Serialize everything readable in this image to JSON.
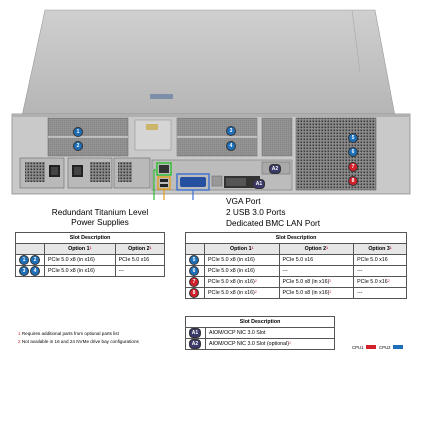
{
  "labels": {
    "vga": "VGA Port",
    "usb": "2 USB 3.0 Ports",
    "bmc": "Dedicated BMC LAN Port",
    "psu_line1": "Redundant Titanium Level",
    "psu_line2": "Power Supplies"
  },
  "table_left": {
    "title": "Slot Description",
    "col1": "Option 1",
    "col1_mark": "1",
    "col2": "Option 2",
    "col2_mark": "1",
    "rows": [
      {
        "badges": [
          "1",
          "2"
        ],
        "opt1": "PCIe 5.0 x8 (in x16)",
        "opt2": "PCIe 5.0 x16"
      },
      {
        "badges": [
          "3",
          "4"
        ],
        "opt1": "PCIe 5.0 x8 (in x16)",
        "opt2": "---"
      }
    ]
  },
  "table_right": {
    "title": "Slot Description",
    "col1": "Option 1",
    "col1_mark": "1",
    "col2": "Option 2",
    "col2_mark": "1",
    "col3": "Option 3",
    "col3_mark": "1",
    "rows": [
      {
        "badge": "5",
        "opt1": "PCIe 5.0 x8 (in x16)",
        "opt2": "PCIe 5.0 x16",
        "opt3": "PCIe 5.0 x16"
      },
      {
        "badge": "6",
        "opt1": "PCIe 5.0 x8 (in x16)",
        "opt2": "---",
        "opt3": "---"
      },
      {
        "badge": "7",
        "opt1": "PCIe 5.0 x8 (in x16)",
        "opt1_mark": "2",
        "opt2": "PCIe 5.0 x8 (in x16)",
        "opt2_mark": "2",
        "opt3": "PCIe 5.0 x16",
        "opt3_mark": "2"
      },
      {
        "badge": "8",
        "opt1": "PCIe 5.0 x8 (in x16)",
        "opt1_mark": "2",
        "opt2": "PCIe 5.0 x8 (in x16)",
        "opt2_mark": "2",
        "opt3": "---"
      }
    ]
  },
  "table_aiom": {
    "title": "Slot Description",
    "rows": [
      {
        "badge": "A1",
        "desc": "AIOM/OCP NIC 3.0 Slot",
        "mark": ""
      },
      {
        "badge": "A2",
        "desc": "AIOM/OCP NIC 3.0 Slot (optional)",
        "mark": "1"
      }
    ]
  },
  "footnotes": {
    "note1_mark": "1",
    "note1": "Requires additional parts from optional parts list",
    "note2_mark": "2",
    "note2": "Not available in 16 and 24 NVMe drive bay configurations"
  },
  "legend": {
    "cpu1": "CPU1",
    "cpu1_color": "#d0202a",
    "cpu2": "CPU2",
    "cpu2_color": "#1c6fb8"
  },
  "slot_badges": {
    "blue": [
      "1",
      "2",
      "3",
      "4",
      "5",
      "6"
    ],
    "red": [
      "7",
      "8"
    ],
    "aiom": [
      "A1",
      "A2"
    ]
  }
}
